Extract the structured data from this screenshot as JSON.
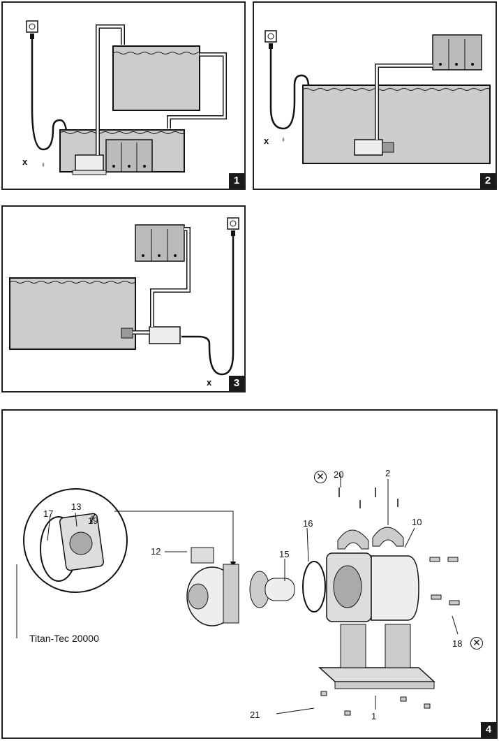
{
  "figure1": {
    "number": "1",
    "drain_mark": "x"
  },
  "figure2": {
    "number": "2",
    "drain_mark": "x"
  },
  "figure3": {
    "number": "3",
    "drain_mark": "x"
  },
  "figure4": {
    "number": "4",
    "model_label": "Titan-Tec 20000",
    "callouts": {
      "c1": "1",
      "c2": "2",
      "c10": "10",
      "c12": "12",
      "c13": "13",
      "c15": "15",
      "c16": "16",
      "c17": "17",
      "c18": "18",
      "c19": "19",
      "c20": "20",
      "c21": "21"
    },
    "x_symbol": "✕"
  }
}
